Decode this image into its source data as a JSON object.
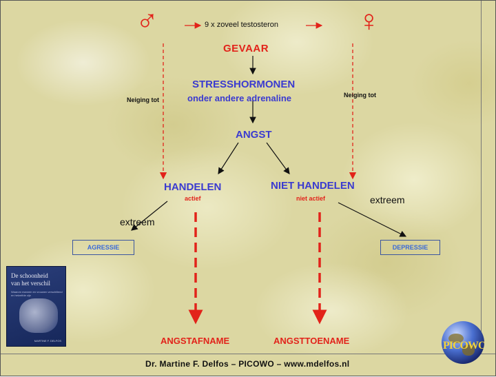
{
  "top": {
    "male_symbol": "♂",
    "female_symbol": "♀",
    "comparison": "9 x zoveel testosteron"
  },
  "diagram": {
    "danger": "GEVAAR",
    "stress_title": "STRESSHORMONEN",
    "stress_sub": "onder andere  adrenaline",
    "fear": "ANGST",
    "act": "HANDELEN",
    "act_sub": "actief",
    "not_act": "NIET HANDELEN",
    "not_act_sub": "niet actief",
    "tendency_left": "Neiging tot",
    "tendency_right": "Neiging tot",
    "extreme_left": "extreem",
    "extreme_right": "extreem",
    "aggression": "AGRESSIE",
    "depression": "DEPRESSIE",
    "fear_decrease": "ANGSTAFNAME",
    "fear_increase": "ANGSTTOENAME"
  },
  "book": {
    "title_line1": "De schoonheid",
    "title_line2": "van het verschil",
    "subtitle": "Waarom mannen en vrouwen verschillend en hetzelfde zijn",
    "author": "MARTINE F. DELFOS"
  },
  "logo": {
    "text": "PICOWO"
  },
  "footer": {
    "text": "Dr. Martine F. Delfos – PICOWO – www.mdelfos.nl"
  },
  "colors": {
    "accent_red": "#e2231a",
    "accent_blue": "#3a3ad0",
    "box_blue": "#3a6ad8"
  }
}
